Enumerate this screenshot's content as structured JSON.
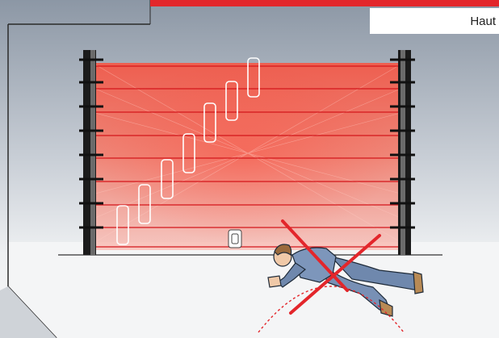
{
  "label": {
    "text": "Haut"
  },
  "colors": {
    "accent_red": "#e3262b",
    "beam_red": "#f04a3c",
    "post_dark": "#1b1b1b",
    "background_top": "#aab2bd",
    "background_bottom": "#f3f4f6"
  },
  "icons": [
    "post-left",
    "post-right",
    "beam-segment",
    "sensor-marker",
    "fallen-person",
    "cross-mark"
  ]
}
